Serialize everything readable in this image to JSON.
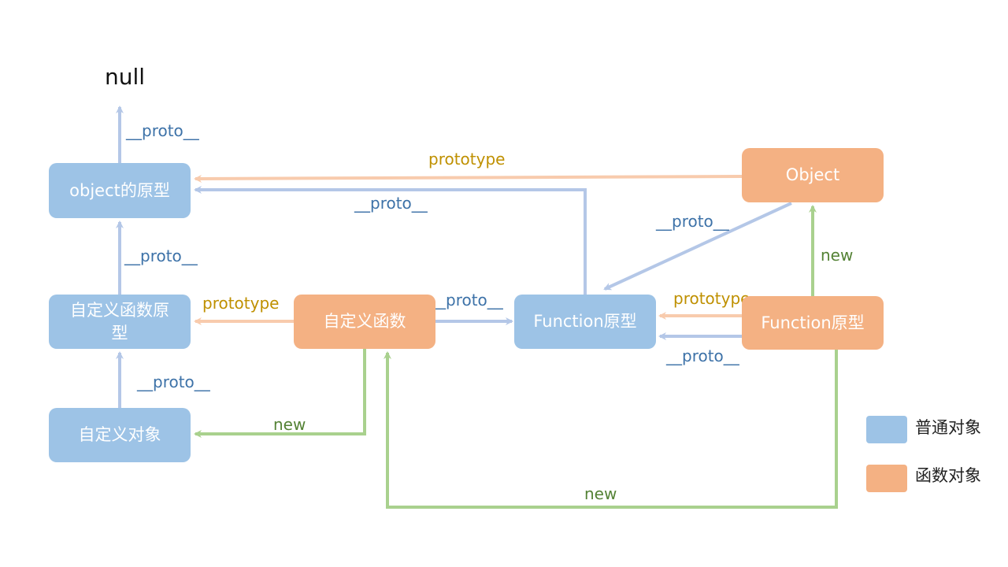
{
  "colors": {
    "normal_object": "#9DC3E6",
    "function_object": "#F4B183",
    "proto_line": "#B4C7E7",
    "prototype_line": "#F8CBAD",
    "new_line": "#A9D18E"
  },
  "null_label": "null",
  "nodes": {
    "object_prototype": "object的原型",
    "custom_function_prototype_line1": "自定义函数原",
    "custom_function_prototype_line2": "型",
    "custom_object": "自定义对象",
    "custom_function": "自定义函数",
    "function_prototype_blue": "Function原型",
    "object_ctor": "Object",
    "function_prototype_orange": "Function原型"
  },
  "edges": {
    "objproto_to_null": "__proto__",
    "cfproto_to_objproto": "__proto__",
    "cobj_to_cfproto": "__proto__",
    "object_prototype": "prototype",
    "fnproto_to_objproto": "__proto__",
    "object_to_fnproto": "__proto__",
    "cf_prototype": "prototype",
    "cf_to_fnproto": "__proto__",
    "fn_prototype": "prototype",
    "fn_proto": "__proto__",
    "cf_new_cobj": "new",
    "fn_new_object": "new",
    "fn_new_cf": "new"
  },
  "legend": {
    "normal_object": "普通对象",
    "function_object": "函数对象"
  }
}
